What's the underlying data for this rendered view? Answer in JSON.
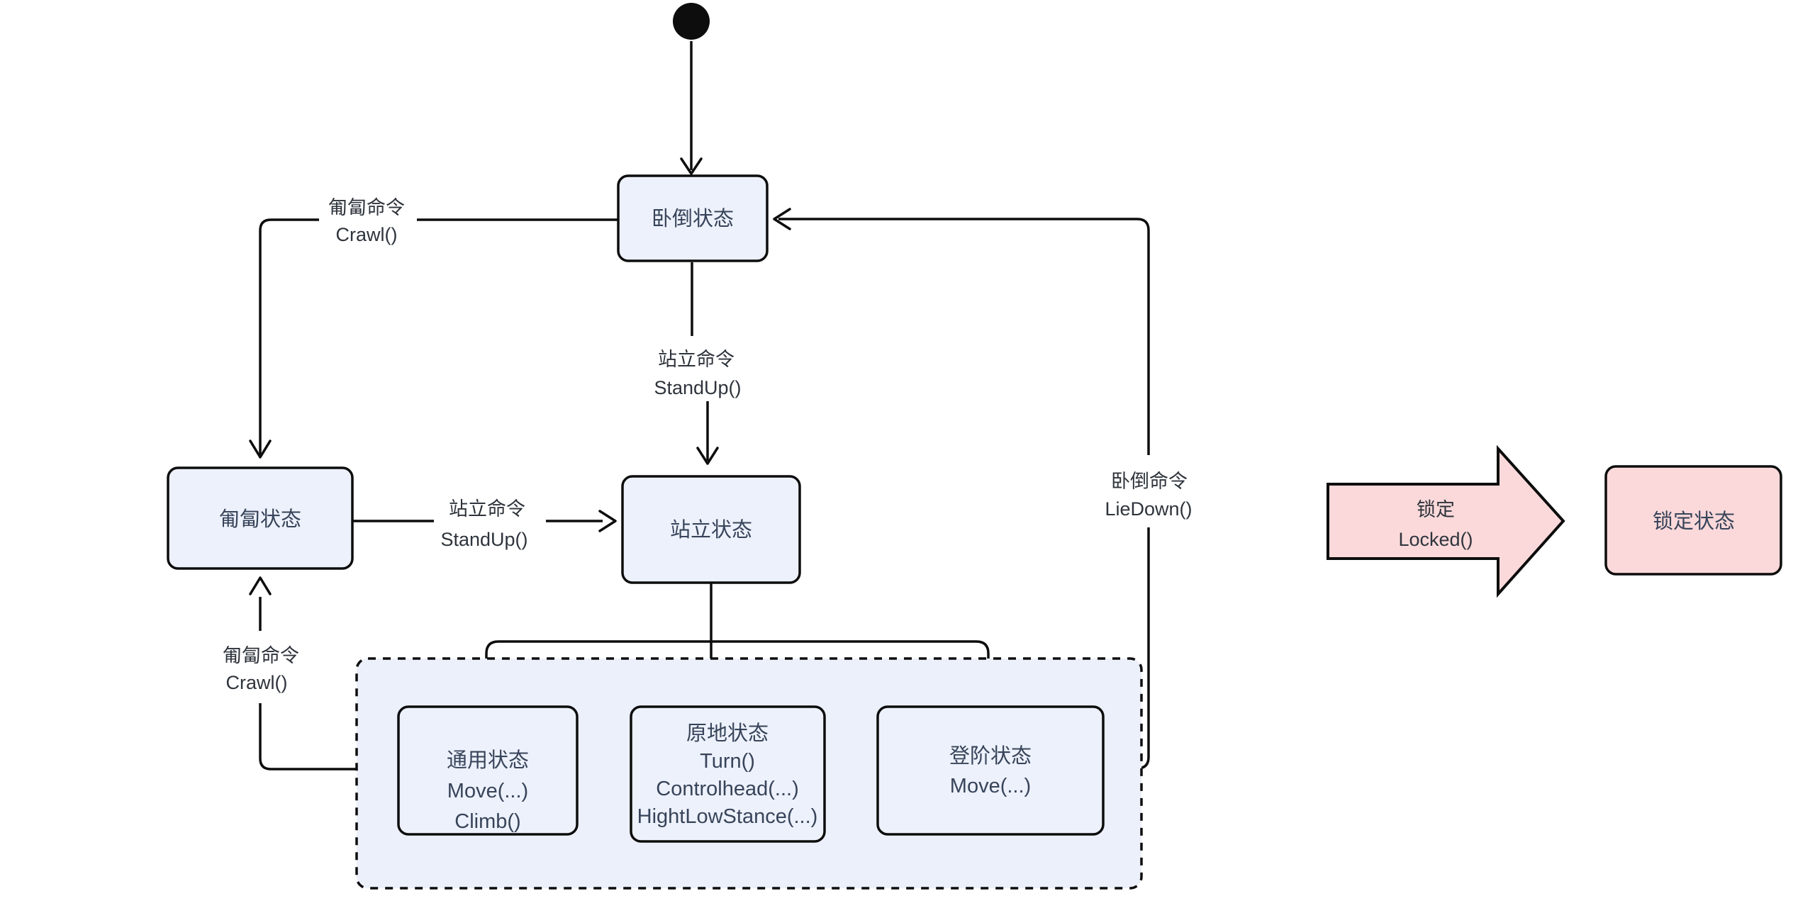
{
  "diagram": {
    "title": "robot-posture-state-machine",
    "colors": {
      "bg": "#ffffff",
      "stroke": "#0d0d0d",
      "node_fill": "#edf1fb",
      "container_fill": "#ecf0fa",
      "pink_fill": "#fbd9da",
      "node_text": "#37445a",
      "label_text": "#2e343c"
    },
    "nodes": {
      "initial": {
        "name": "initial-state"
      },
      "lie_down": {
        "label": "卧倒状态"
      },
      "crawl": {
        "label": "匍匐状态"
      },
      "stand": {
        "label": "站立状态"
      },
      "common": {
        "lines": [
          "通用状态",
          "Move(...)",
          "Climb()"
        ]
      },
      "in_place": {
        "lines": [
          "原地状态",
          "Turn()",
          "Controlhead(...)",
          "HightLowStance(...)"
        ]
      },
      "stairs": {
        "lines": [
          "登阶状态",
          "Move(...)"
        ]
      },
      "locked": {
        "label": "锁定状态"
      }
    },
    "edges": {
      "crawl_cmd_top": {
        "lines": [
          "匍匐命令",
          "Crawl()"
        ]
      },
      "standup_left": {
        "lines": [
          "站立命令",
          "StandUp()"
        ]
      },
      "standup_mid": {
        "lines": [
          "站立命令",
          "StandUp()"
        ]
      },
      "crawl_cmd_bottom": {
        "lines": [
          "匍匐命令",
          "Crawl()"
        ]
      },
      "liedown_right": {
        "lines": [
          "卧倒命令",
          "LieDown()"
        ]
      },
      "locked_transition": {
        "lines": [
          "锁定",
          "Locked()"
        ]
      }
    }
  }
}
